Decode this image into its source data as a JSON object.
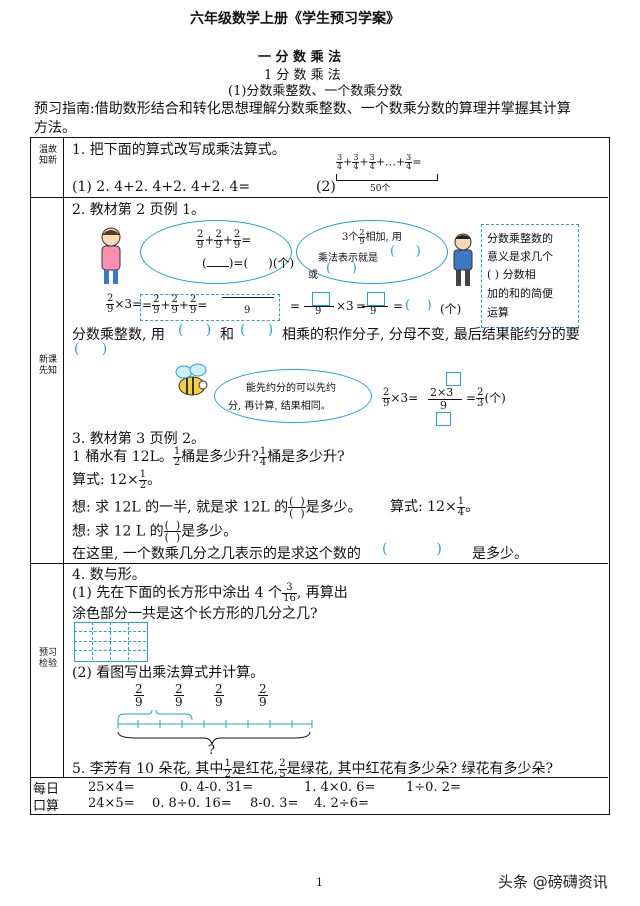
{
  "header": {
    "title": "六年级数学上册《学生预习学案》",
    "unit": "一  分 数 乘 法",
    "lesson": "1  分 数 乘 法",
    "sub": "(1)分数乘整数、一个数乘分数",
    "guide": "预习指南:借助数形结合和转化思想理解分数乘整数、一个数乘分数的算理并掌握其计算",
    "guide2": "方法。"
  },
  "sections": {
    "s1": "温故知新",
    "s2": "新课先知",
    "s3": "预习检验",
    "s4a": "每日",
    "s4b": "口算"
  },
  "q1": {
    "title": "1. 把下面的算式改写成乘法算式。",
    "a": "(1) 2. 4+2. 4+2. 4+2. 4=",
    "b": "(2)",
    "sum_tail": "+…+",
    "eq": "=",
    "count": "50个",
    "num": "3",
    "den": "4",
    "plus": "+"
  },
  "q2": {
    "title": "2. 教材第 2 页例 1。",
    "bubble_a2": ")=",
    "bubble_a3": "(个)",
    "bubble_b1": "3个",
    "bubble_b2": "相加, 用",
    "bubble_b3": "乘法表示就是",
    "bubble_b4": "或",
    "box_text": [
      "分数乘整数的",
      "意义是求几个",
      "(     ) 分数相",
      "加的和的简便",
      "运算"
    ],
    "line_times3": "×3",
    "line_tail": "(个)",
    "rule1": "分数乘整数, 用",
    "rule2": "和",
    "rule3": "相乘的积作分子, 分母不变, 最后结果能约分的要",
    "bee_bubble1": "能先约分的可以先约",
    "bee_bubble2": "分, 再计算, 结果相同。",
    "bee_eq": "(个)",
    "n2": "2",
    "n3": "3",
    "n9": "9",
    "eqsign": "="
  },
  "q3": {
    "title": "3. 教材第 3 页例 2。",
    "line1a": "1 桶水有 12L。",
    "line1b": "桶是多少升?",
    "line1c": "桶是多少升?",
    "formula": "算式: 12×",
    "think1a": "想: 求 12L 的一半, 就是求 12L 的",
    "think1b": "是多少。",
    "formula2": "算式: 12×",
    "think2a": "想: 求 12 L 的",
    "think2b": "是多少。",
    "concl_a": "在这里, 一个数乘几分之几表示的是求这个数的",
    "concl_b": "是多少。"
  },
  "q4": {
    "title": "4. 数与形。",
    "p1a": "(1) 先在下面的长方形中涂出 4 个",
    "p1b": ", 再算出",
    "p1c": "涂色部分一共是这个长方形的几分之几?",
    "p2": "(2) 看图写出乘法算式并计算。",
    "q_mark": "?",
    "n3": "3",
    "n16": "16"
  },
  "q5": {
    "a": "5. 李芳有 10 朵花, 其中",
    "b": "是红花,",
    "c": "是绿花, 其中红花有多少朵? 绿花有多少朵?"
  },
  "oral": {
    "r1": [
      "25×4=",
      "0. 4-0. 31=",
      "1. 4×0. 6=",
      "1÷0. 2="
    ],
    "r2": [
      "24×5=",
      "0. 8÷0. 16=",
      "8-0. 3=",
      "4. 2÷6="
    ]
  },
  "footer": {
    "page": "1",
    "watermark": "头条 @磅礴资讯"
  }
}
